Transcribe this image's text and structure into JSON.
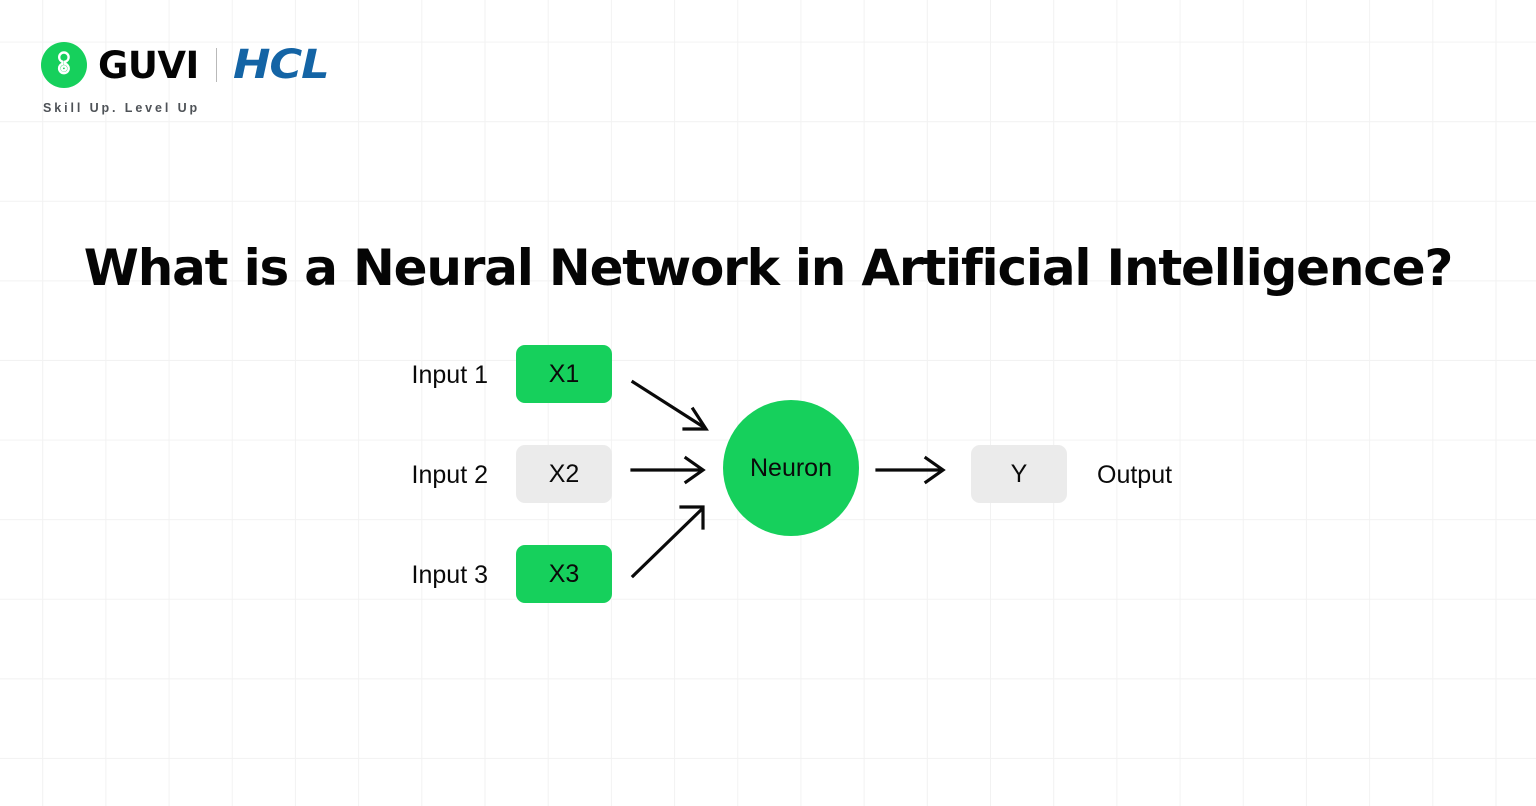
{
  "brand": {
    "logo_icon": "guvi-spiral-mark",
    "name": "GUVI",
    "partner_icon": "hcl-logo",
    "partner": "HCL",
    "tagline": "Skill Up. Level Up",
    "colors": {
      "guvi_green": "#16d05c",
      "hcl_blue": "#1464a5",
      "divider": "#b9b9b9",
      "tagline_text": "#4e5257"
    }
  },
  "title": "What is a Neural Network in Artificial Intelligence?",
  "diagram": {
    "type": "neural-network-single-neuron",
    "colors": {
      "active_node": "#16d05c",
      "inactive_node": "#ebebeb",
      "arrow": "#0a0a0a",
      "text": "#0a0a0a",
      "grid": "#f2f2f2",
      "background": "#ffffff"
    },
    "inputs": [
      {
        "label": "Input 1",
        "node": "X1",
        "state": "active"
      },
      {
        "label": "Input 2",
        "node": "X2",
        "state": "inactive"
      },
      {
        "label": "Input 3",
        "node": "X3",
        "state": "active"
      }
    ],
    "neuron": {
      "label": "Neuron",
      "state": "active"
    },
    "output": {
      "node": "Y",
      "label": "Output",
      "state": "inactive"
    },
    "connections": [
      {
        "from": "X1",
        "to": "Neuron",
        "direction": "down-right"
      },
      {
        "from": "X2",
        "to": "Neuron",
        "direction": "right"
      },
      {
        "from": "X3",
        "to": "Neuron",
        "direction": "up-right"
      },
      {
        "from": "Neuron",
        "to": "Y",
        "direction": "right"
      }
    ]
  }
}
